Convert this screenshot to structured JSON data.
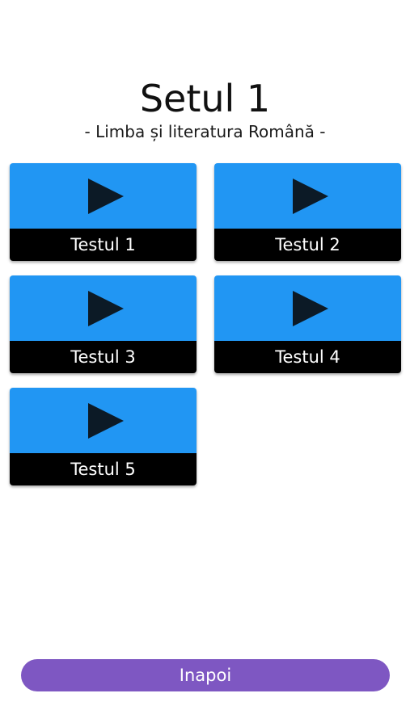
{
  "header": {
    "title": "Setul 1",
    "subtitle": "- Limba și literatura Română -"
  },
  "tests": [
    {
      "label": "Testul 1",
      "icon": "play-icon"
    },
    {
      "label": "Testul 2",
      "icon": "play-icon"
    },
    {
      "label": "Testul 3",
      "icon": "play-icon"
    },
    {
      "label": "Testul 4",
      "icon": "play-icon"
    },
    {
      "label": "Testul 5",
      "icon": "play-icon"
    }
  ],
  "footer": {
    "back_label": "Inapoi"
  },
  "colors": {
    "tile_blue": "#2196f3",
    "label_bar": "#000000",
    "play_icon": "#0c1a26",
    "back_button": "#7e57c2"
  }
}
